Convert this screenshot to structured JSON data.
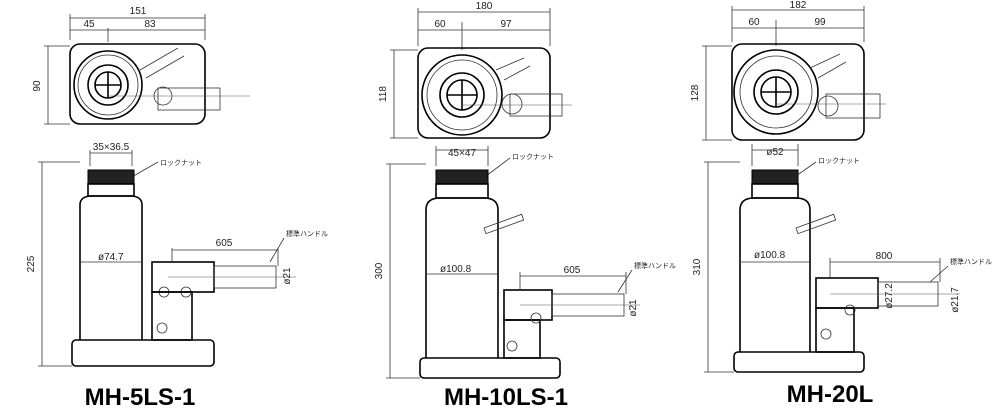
{
  "figures": [
    {
      "model": "MH-5LS-1",
      "top_dims": [
        "151",
        "45",
        "83"
      ],
      "top_height": "90",
      "nut": "35×36.5",
      "nut_label": "ロックナット",
      "diameter": "ø74.7",
      "height": "225",
      "handle_len": "605",
      "handle_label": "標準ハンドル",
      "handle_dia": "ø21"
    },
    {
      "model": "MH-10LS-1",
      "top_dims": [
        "180",
        "60",
        "97"
      ],
      "top_height": "118",
      "nut": "45×47",
      "nut_label": "ロックナット",
      "diameter": "ø100.8",
      "height": "300",
      "handle_len": "605",
      "handle_label": "標準ハンドル",
      "handle_dia": "ø21"
    },
    {
      "model": "MH-20L",
      "top_dims": [
        "182",
        "60",
        "99"
      ],
      "top_height": "128",
      "nut": "ø52",
      "nut_label": "ロックナット",
      "diameter": "ø100.8",
      "height": "310",
      "handle_len": "800",
      "handle_label": "標準ハンドル",
      "handle_dia": "ø21.7",
      "handle_dia2": "ø27.2"
    }
  ]
}
